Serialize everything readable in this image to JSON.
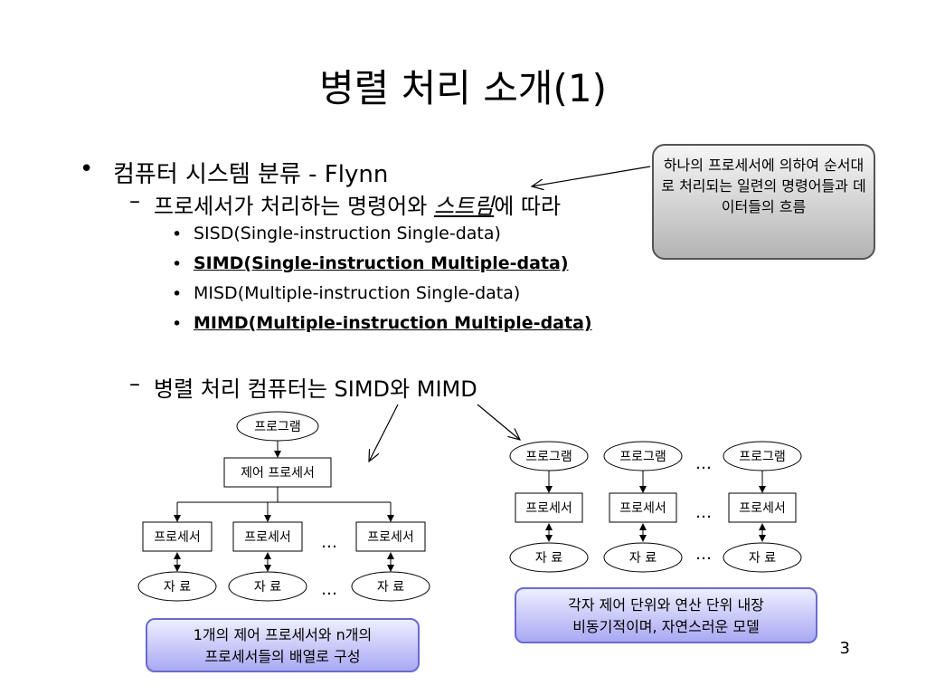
{
  "title": "병렬 처리 소개(1)",
  "bullets": {
    "l1": "컴퓨터 시스템 분류 - Flynn",
    "l2a_pre": "프로세서가 처리하는 명령어와 ",
    "l2a_stream": "스트림",
    "l2a_post": "에 따라",
    "sisd": "SISD(Single-instruction Single-data)",
    "simd": "SIMD(Single-instruction Multiple-data)",
    "misd": "MISD(Multiple-instruction Single-data)",
    "mimd": "MIMD(Multiple-instruction Multiple-data)",
    "l2b": "병렬 처리 컴퓨터는 SIMD와 MIMD"
  },
  "callout": "하나의 프로세서에 의하여 순서대로 처리되는 일련의 명령어들과 데이터들의 흐름",
  "simd_diagram": {
    "program": "프로그램",
    "control": "제어 프로세서",
    "processor": "프로세서",
    "data": "자 료",
    "ellipsis": "…",
    "caption_line1": "1개의 제어 프로세서와 n개의",
    "caption_line2": "프로세서들의 배열로 구성"
  },
  "mimd_diagram": {
    "program": "프로그램",
    "processor": "프로세서",
    "data": "자 료",
    "ellipsis": "…",
    "caption_line1": "각자 제어 단위와 연산 단위 내장",
    "caption_line2": "비동기적이며, 자연스러운 모델"
  },
  "page_number": "3"
}
